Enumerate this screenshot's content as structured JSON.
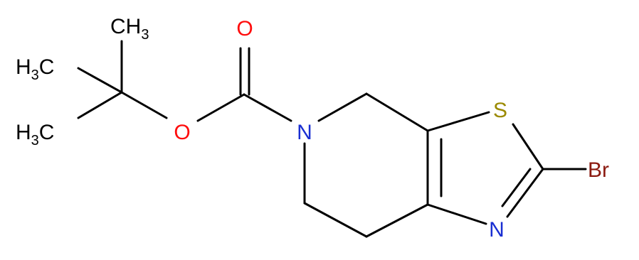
{
  "molecule": {
    "colors": {
      "bond": "#000000",
      "carbon": "#000000",
      "oxygen": "#ff0d0d",
      "nitrogen": "#1a2fd2",
      "sulfur": "#9b8a00",
      "bromine": "#8b1a10"
    },
    "labels": {
      "methyl_top": {
        "main": "CH",
        "sub": "3"
      },
      "methyl_left_upper": {
        "main": "H",
        "sub": "3",
        "tail": "C"
      },
      "methyl_left_lower": {
        "main": "H",
        "sub": "3",
        "tail": "C"
      },
      "carbonyl_oxygen": "O",
      "ester_oxygen": "O",
      "ring_nitrogen": "N",
      "thiazole_nitrogen": "N",
      "sulfur": "S",
      "bromine": "Br"
    }
  }
}
